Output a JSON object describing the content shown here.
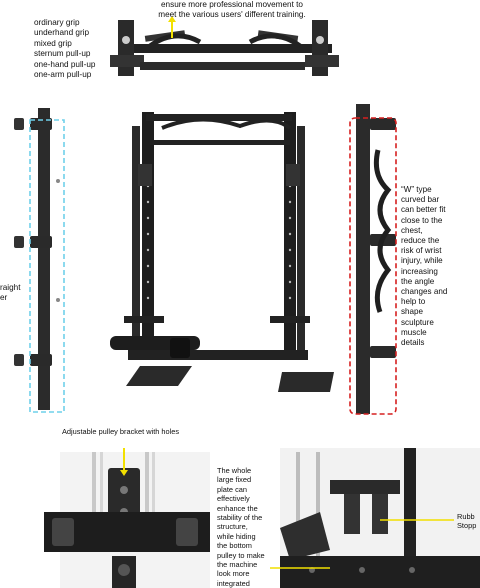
{
  "top": {
    "caption_line1": "ensure more professional movement to",
    "caption_line2": "meet the various users' different training."
  },
  "grips": [
    "ordinary grip",
    "underhand grip",
    "mixed grip",
    "sternum pull-up",
    "one-hand pull-up",
    "one-arm pull-up"
  ],
  "left_cut": {
    "line1": "raight",
    "line2": "er"
  },
  "w_bar": {
    "lines": [
      "“W” type",
      "curved bar",
      "can better fit",
      "close to the",
      "chest,",
      "reduce the",
      "risk of wrist",
      "injury, while",
      "increasing",
      "the angle",
      "changes and",
      "help to",
      "shape",
      "sculpture",
      "muscle",
      "details"
    ]
  },
  "pulley": {
    "label": "Adjustable pulley bracket with holes"
  },
  "plate": {
    "lines": [
      "The whole",
      "large fixed",
      "plate can",
      "effectively",
      "enhance the",
      "stability of the",
      "structure,",
      "while  hiding",
      "the bottom",
      "pulley to make",
      "the machine",
      "look more",
      "integrated"
    ]
  },
  "right_cut": {
    "line1": "Rubb",
    "line2": "Stopp"
  },
  "colors": {
    "cyan_dash": "#6fd0ea",
    "red_dash": "#d62020",
    "frame": "#1a1a1a",
    "arrow": "#f2e000"
  }
}
